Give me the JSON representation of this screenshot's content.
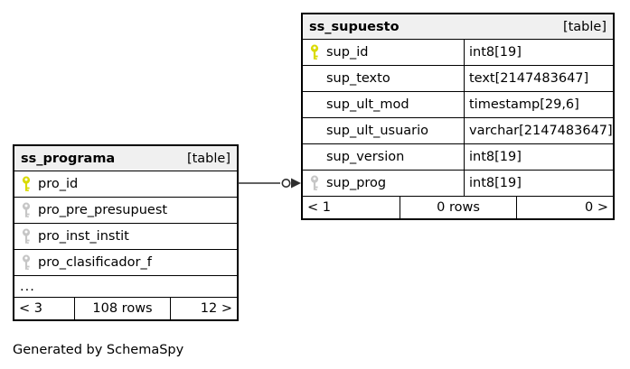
{
  "diagram": {
    "caption": "Generated by SchemaSpy"
  },
  "theme": {
    "border_color": "#000000",
    "header_bg": "#f0f0f0",
    "row_bg": "#ffffff",
    "primary_key_color": "#d9da00",
    "foreign_key_color": "#c6c6c6",
    "connector_color": "#2e2e2e",
    "text_color": "#000000",
    "page_bg": "#ffffff"
  },
  "tables": [
    {
      "title": "ss_programa",
      "type_label": "[table]",
      "columns": [
        {
          "name": "pro_id",
          "key": "primary"
        },
        {
          "name": "pro_pre_presupuest",
          "key": "foreign"
        },
        {
          "name": "pro_inst_instit",
          "key": "foreign"
        },
        {
          "name": "pro_clasificador_f",
          "key": "foreign"
        }
      ],
      "truncated": "...",
      "footer": {
        "left": "< 3",
        "center": "108 rows",
        "right": "12 >"
      }
    },
    {
      "title": "ss_supuesto",
      "type_label": "[table]",
      "columns": [
        {
          "name": "sup_id",
          "type": "int8[19]",
          "key": "primary"
        },
        {
          "name": "sup_texto",
          "type": "text[2147483647]",
          "key": null
        },
        {
          "name": "sup_ult_mod",
          "type": "timestamp[29,6]",
          "key": null
        },
        {
          "name": "sup_ult_usuario",
          "type": "varchar[2147483647]",
          "key": null
        },
        {
          "name": "sup_version",
          "type": "int8[19]",
          "key": null
        },
        {
          "name": "sup_prog",
          "type": "int8[19]",
          "key": "foreign"
        }
      ],
      "footer": {
        "left": "< 1",
        "center": "0 rows",
        "right": "0 >"
      }
    }
  ],
  "relationship": {
    "from_table": "ss_programa",
    "from_column": "pro_id",
    "to_table": "ss_supuesto",
    "to_column": "sup_prog",
    "cardinality": "zero-or-one"
  }
}
